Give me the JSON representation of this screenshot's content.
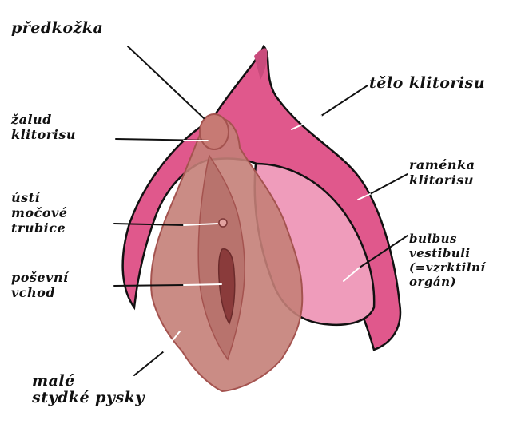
{
  "colors": {
    "body_pink": "#e0588c",
    "body_pink_light": "#e884aa",
    "bulb_pink": "#ef9cbb",
    "labia_brown": "#c47f78",
    "labia_dark": "#a4534f",
    "opening_dark": "#8a3b3b",
    "outline": "#111111",
    "leader_line": "#111111",
    "leader_line_on_art": "#ffffff"
  },
  "labels": {
    "predkozka": "předkožka",
    "zalud": "žalud\nklitorisu",
    "usti": "ústí\nmočové\ntrubice",
    "posevni": "poševní\nvchod",
    "male_pysky": "malé\nstydké pysky",
    "telo": "tělo klitorisu",
    "ramenka": "raménka\nklitorisu",
    "bulbus": "bulbus\nvestibuli\n(=vzrktilní\norgán)"
  }
}
